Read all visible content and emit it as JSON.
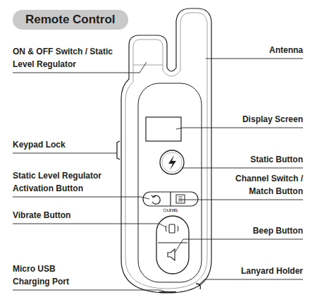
{
  "diagram": {
    "title": "Remote Control",
    "labels": [
      "ON & OFF Switch / Static Level Regulator",
      "Antenna",
      "Display Screen",
      "Keypad Lock",
      "Static Button",
      "Static Level Regulator Activation Button",
      "Channel Switch / Match Button",
      "Vibrate Button",
      "Beep Button",
      "Micro USB Charging Port",
      "Lanyard Holder",
      "LEVEL"
    ]
  }
}
